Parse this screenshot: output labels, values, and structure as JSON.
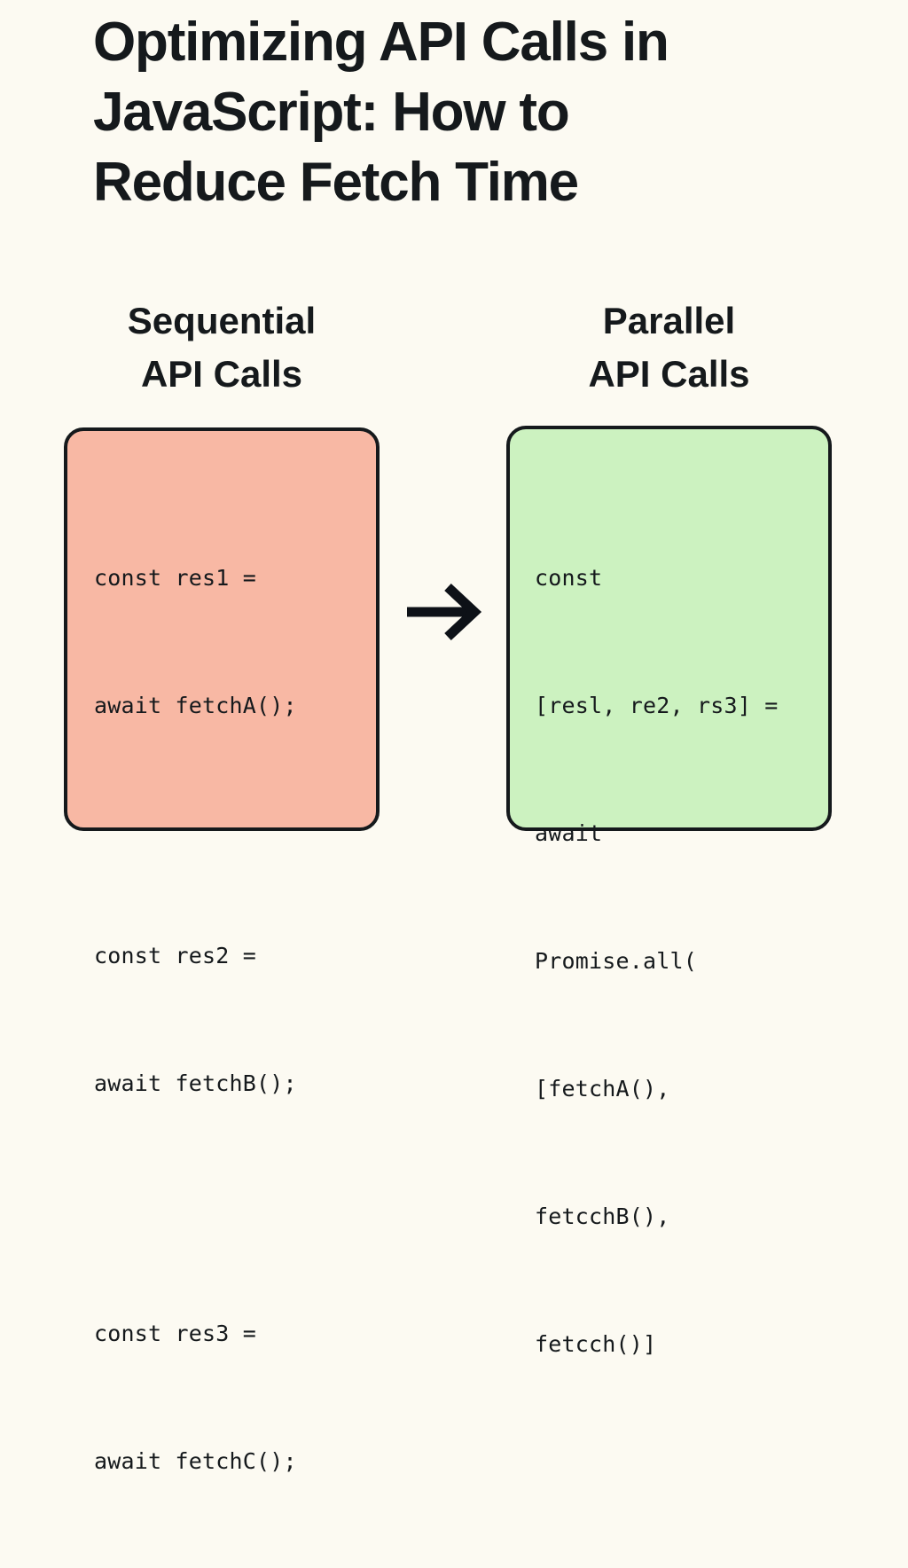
{
  "page": {
    "background_color": "#FCFAF2",
    "text_color": "#15191C"
  },
  "title": {
    "lines": [
      "Optimizing API Calls in",
      "JavaScript: How to",
      "Reduce Fetch Time"
    ]
  },
  "columns": {
    "left": {
      "heading_lines": [
        "Sequential",
        "API Calls"
      ],
      "panel_color": "#F8B8A4",
      "code_lines": [
        "const res1 =",
        "await fetchA();",
        "",
        "const res2 =",
        "await fetchB();",
        "",
        "const res3 =",
        "await fetchC();"
      ]
    },
    "right": {
      "heading_lines": [
        "Parallel",
        "API Calls"
      ],
      "panel_color": "#CCF2C0",
      "code_lines": [
        "const",
        "[resl, re2, rs3] =",
        "await",
        "Promise.all(",
        "[fetchA(),",
        "fetcchB(),",
        "fetcch()]"
      ]
    }
  },
  "arrow": {
    "icon": "arrow-right-icon",
    "color": "#0D1117"
  }
}
